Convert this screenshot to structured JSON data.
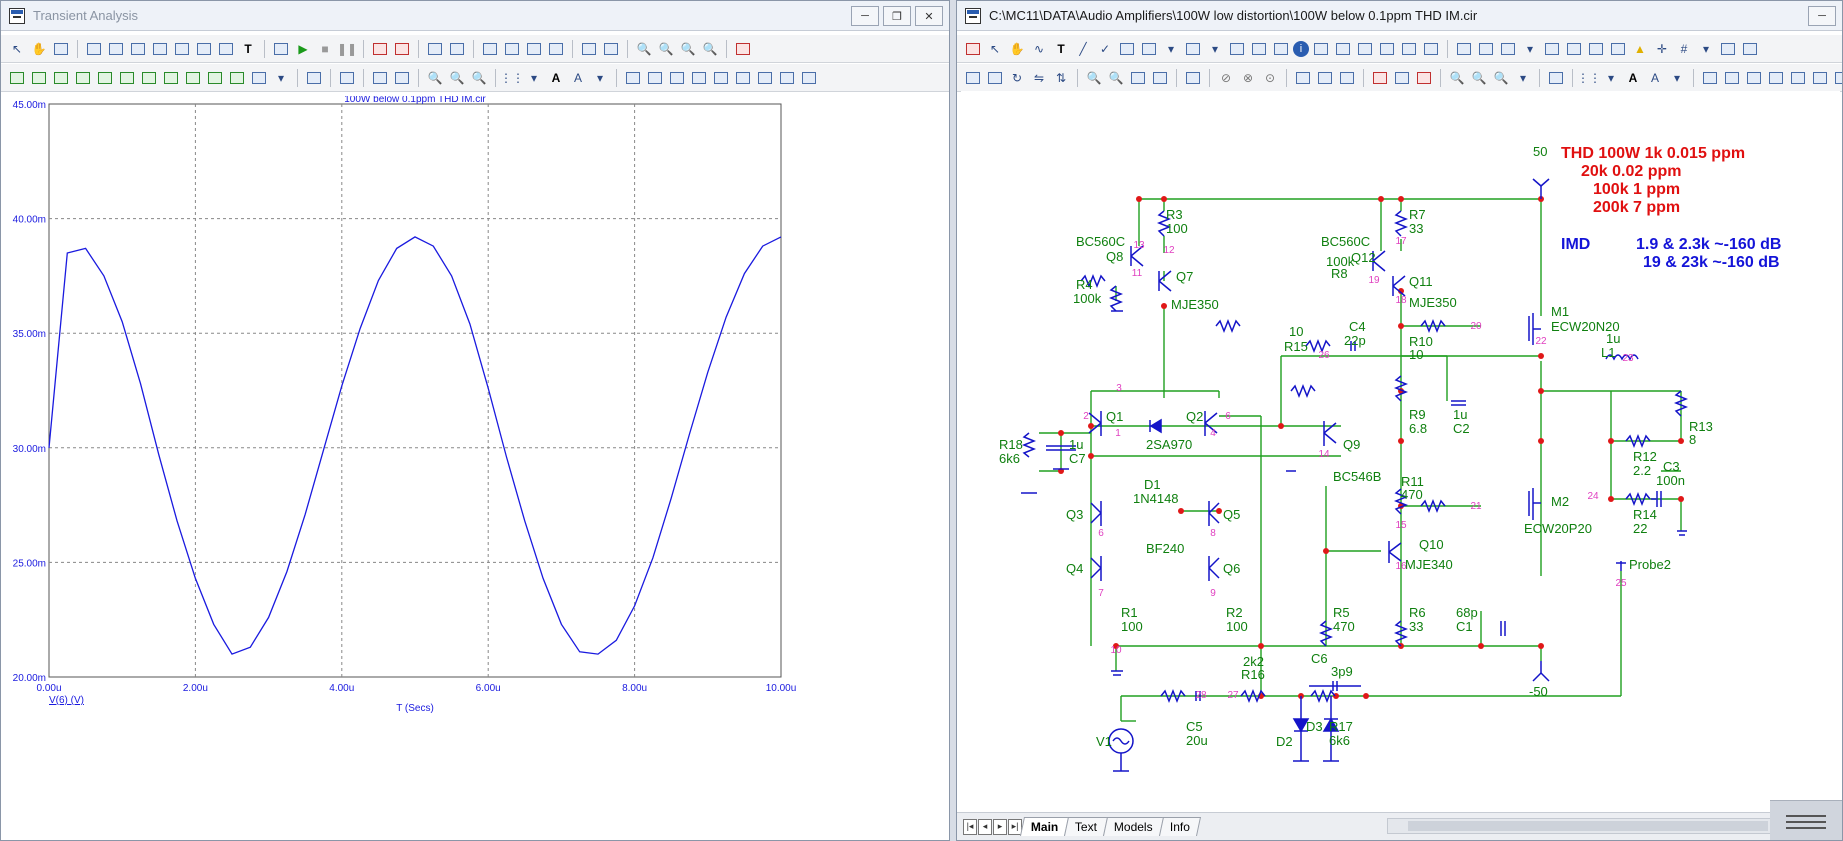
{
  "left_window": {
    "title": "Transient Analysis",
    "controls": [
      "─",
      "❐",
      "✕"
    ]
  },
  "right_window": {
    "title": "C:\\MC11\\DATA\\Audio Amplifiers\\100W low distortion\\100W below 0.1ppm THD IM.cir",
    "controls": [
      "─"
    ]
  },
  "chart_data": {
    "type": "line",
    "title": "100W below 0.1ppm THD IM.cir",
    "xlabel": "T (Secs)",
    "ylabel": "",
    "series": [
      {
        "name": "V(6) (V)",
        "color": "#1a1adf",
        "x": [
          0.0,
          0.25,
          0.5,
          0.75,
          1.0,
          1.25,
          1.5,
          1.75,
          2.0,
          2.25,
          2.5,
          2.75,
          3.0,
          3.25,
          3.5,
          3.75,
          4.0,
          4.25,
          4.5,
          4.75,
          5.0,
          5.25,
          5.5,
          5.75,
          6.0,
          6.25,
          6.5,
          6.75,
          7.0,
          7.25,
          7.5,
          7.75,
          8.0,
          8.25,
          8.5,
          8.75,
          9.0,
          9.25,
          9.5,
          9.75,
          10.0
        ],
        "y": [
          30.0,
          38.5,
          38.7,
          37.5,
          35.5,
          32.8,
          29.7,
          26.8,
          24.3,
          22.3,
          21.0,
          21.3,
          22.6,
          24.6,
          27.1,
          29.9,
          32.7,
          35.2,
          37.3,
          38.7,
          39.2,
          38.8,
          37.5,
          35.4,
          32.6,
          29.6,
          26.8,
          24.3,
          22.3,
          21.1,
          21.0,
          21.6,
          23.1,
          25.2,
          27.8,
          30.6,
          33.3,
          35.7,
          37.6,
          38.8,
          39.2
        ]
      }
    ],
    "x_ticks": [
      "0.00u",
      "2.00u",
      "4.00u",
      "6.00u",
      "8.00u",
      "10.00u"
    ],
    "y_ticks": [
      "20.00m",
      "25.00m",
      "30.00m",
      "35.00m",
      "40.00m",
      "45.00m"
    ],
    "xlim": [
      0,
      10
    ],
    "ylim": [
      20,
      45
    ],
    "grid": true
  },
  "schematic": {
    "thd_lines": [
      "THD 100W 1k 0.015 ppm",
      "20k 0.02   ppm",
      "100k       1 ppm",
      "200k       7 ppm"
    ],
    "imd_label": "IMD",
    "imd_lines": [
      "1.9 & 2.3k ~-160 dB",
      "19 & 23k  ~-160 dB"
    ],
    "rail_pos": "50",
    "rail_neg": "-50",
    "labels": {
      "r3": "R3",
      "r3v": "100",
      "bc560c_a": "BC560C",
      "q8": "Q8",
      "q7": "Q7",
      "r4": "R4",
      "r4v": "100k",
      "mje350_a": "MJE350",
      "r7": "R7",
      "r7v": "33",
      "bc560c_b": "BC560C",
      "q12": "Q12",
      "q11": "Q11",
      "r8v": "100k",
      "r8": "R8",
      "mje350_b": "MJE350",
      "m1": "M1",
      "ecw20n20": "ECW20N20",
      "r10": "R10",
      "r10v": "10",
      "l1v": "1u",
      "l1": "L1",
      "r15v": "10",
      "r15": "R15",
      "c4": "C4",
      "c4v": "22p",
      "r18": "R18",
      "r18v": "6k6",
      "c7v": "1u",
      "c7": "C7",
      "q1": "Q1",
      "q2": "Q2",
      "sa970": "2SA970",
      "r9": "R9",
      "r9v": "6.8",
      "c2v": "1u",
      "c2": "C2",
      "r13": "R13",
      "r13v": "8",
      "r12": "R12",
      "r12v": "2.2",
      "c3": "C3",
      "c3v": "100n",
      "r14": "R14",
      "r14v": "22",
      "q9": "Q9",
      "bc546b": "BC546B",
      "d1": "D1",
      "d1v": "1N4148",
      "r11": "R11",
      "r11v": "470",
      "m2": "M2",
      "ecw20p20": "ECW20P20",
      "q3": "Q3",
      "q5": "Q5",
      "bf240": "BF240",
      "q4": "Q4",
      "q6": "Q6",
      "q10": "Q10",
      "mje340": "MJE340",
      "probe2": "Probe2",
      "r1": "R1",
      "r1v": "100",
      "r2": "R2",
      "r2v": "100",
      "r5": "R5",
      "r5v": "470",
      "r6": "R6",
      "r6v": "33",
      "c1v": "68p",
      "c1": "C1",
      "r16v": "2k2",
      "r16": "R16",
      "c6": "C6",
      "c6v": "3p9",
      "v1": "V1",
      "c5": "C5",
      "c5v": "20u",
      "d2": "D2",
      "d3": "D3",
      "r17": "R17",
      "r17v": "6k6"
    }
  },
  "tabs": [
    "Main",
    "Text",
    "Models",
    "Info"
  ],
  "active_tab": "Main"
}
